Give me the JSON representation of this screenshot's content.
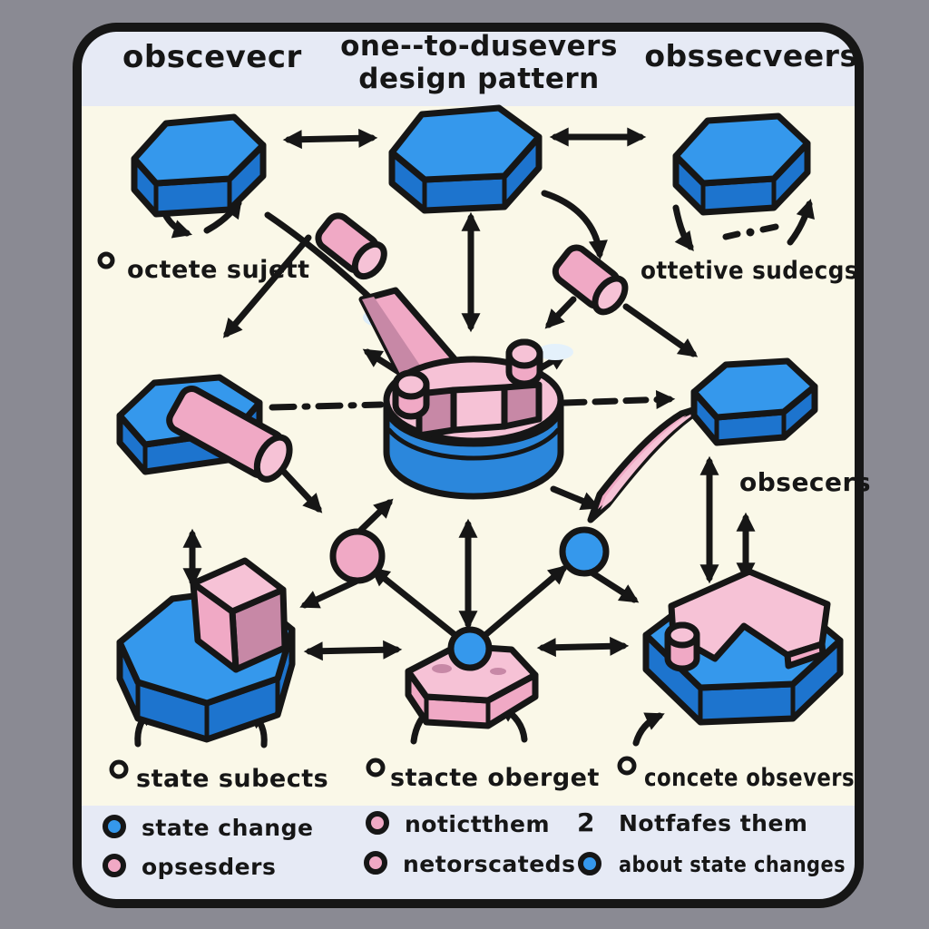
{
  "header": {
    "left": "obscevecr",
    "title_line1": "one--to-dusevers",
    "title_line2": "design pattern",
    "right": "obssecveers"
  },
  "labels": {
    "top_left_note": "octete sujett",
    "top_right_note": "ottetive sudecgs",
    "right_note": "obsecers",
    "bottom_left_caption": "state subects",
    "bottom_center_caption": "stacte oberget",
    "bottom_right_caption": "concete obsevers"
  },
  "legend": {
    "col1": [
      {
        "dot": "blue",
        "label": "state change"
      },
      {
        "dot": "pink",
        "label": "opsesders"
      }
    ],
    "col2": [
      {
        "dot": "pink",
        "label": "notictthem"
      },
      {
        "dot": "pink",
        "label": "netorscateds"
      }
    ],
    "col3": [
      {
        "bullet": "2",
        "label": "Notfafes them"
      },
      {
        "dot": "blue",
        "label": "about state changes"
      }
    ]
  },
  "colors": {
    "bg": "#8a8a93",
    "card": "#faf8e8",
    "band": "#e6eaf5",
    "ink": "#161616",
    "blue_top": "#3598ec",
    "blue_mid": "#2b87dc",
    "blue_side": "#1d74ce",
    "pink_light": "#f6c2d6",
    "pink_mid": "#f0a9c5",
    "pink_dark": "#c788a6"
  }
}
